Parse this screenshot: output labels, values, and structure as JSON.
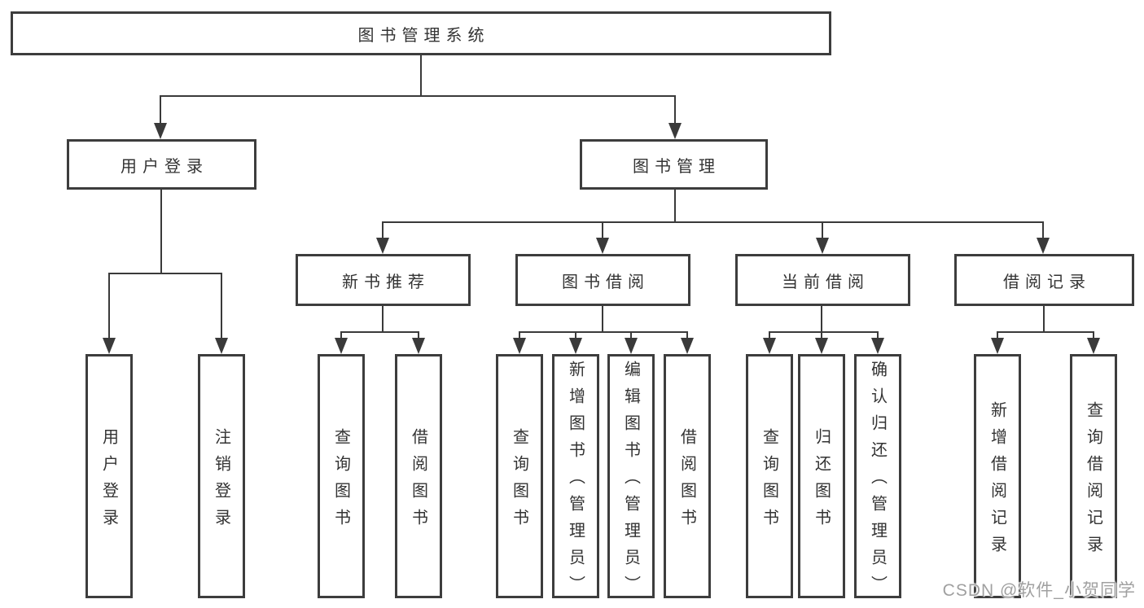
{
  "title": "图书管理系统",
  "tree": {
    "label": "图书管理系统",
    "children": [
      {
        "label": "用户登录",
        "children": [
          {
            "label": "用户登录"
          },
          {
            "label": "注销登录"
          }
        ]
      },
      {
        "label": "图书管理",
        "children": [
          {
            "label": "新书推荐",
            "children": [
              {
                "label": "查询图书"
              },
              {
                "label": "借阅图书"
              }
            ]
          },
          {
            "label": "图书借阅",
            "children": [
              {
                "label": "查询图书"
              },
              {
                "label": "新增图书（管理员）"
              },
              {
                "label": "编辑图书（管理员）"
              },
              {
                "label": "借阅图书"
              }
            ]
          },
          {
            "label": "当前借阅",
            "children": [
              {
                "label": "查询图书"
              },
              {
                "label": "归还图书"
              },
              {
                "label": "确认归还（管理员）"
              }
            ]
          },
          {
            "label": "借阅记录",
            "children": [
              {
                "label": "新增借阅记录"
              },
              {
                "label": "查询借阅记录"
              }
            ]
          }
        ]
      }
    ]
  },
  "watermark": "CSDN @软件_小贺同学",
  "colors": {
    "background": "#ffffff",
    "box_border": "#3d3d3d",
    "box_fill": "#ffffff",
    "connector": "#3a3a3a",
    "text": "#333333",
    "watermark_text": "#a0a0a0"
  }
}
